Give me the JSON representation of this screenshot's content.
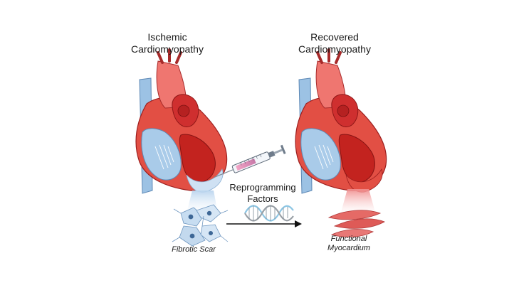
{
  "left_panel": {
    "title_line1": "Ischemic",
    "title_line2": "Cardiomyopathy",
    "caption": "Fibrotic Scar"
  },
  "right_panel": {
    "title_line1": "Recovered",
    "title_line2": "Cardiomyopathy",
    "caption_line1": "Functional",
    "caption_line2": "Myocardium"
  },
  "center": {
    "label_line1": "Reprogramming",
    "label_line2": "Factors"
  },
  "colors": {
    "muscle_red": "#d9342b",
    "muscle_dark": "#b81e1e",
    "vessel_pink": "#ee7a74",
    "vein_blue": "#8ab6dd",
    "chamber_blue": "#a9cbe9",
    "scar_blue": "#cfe1f3",
    "arrow": "#111111"
  }
}
